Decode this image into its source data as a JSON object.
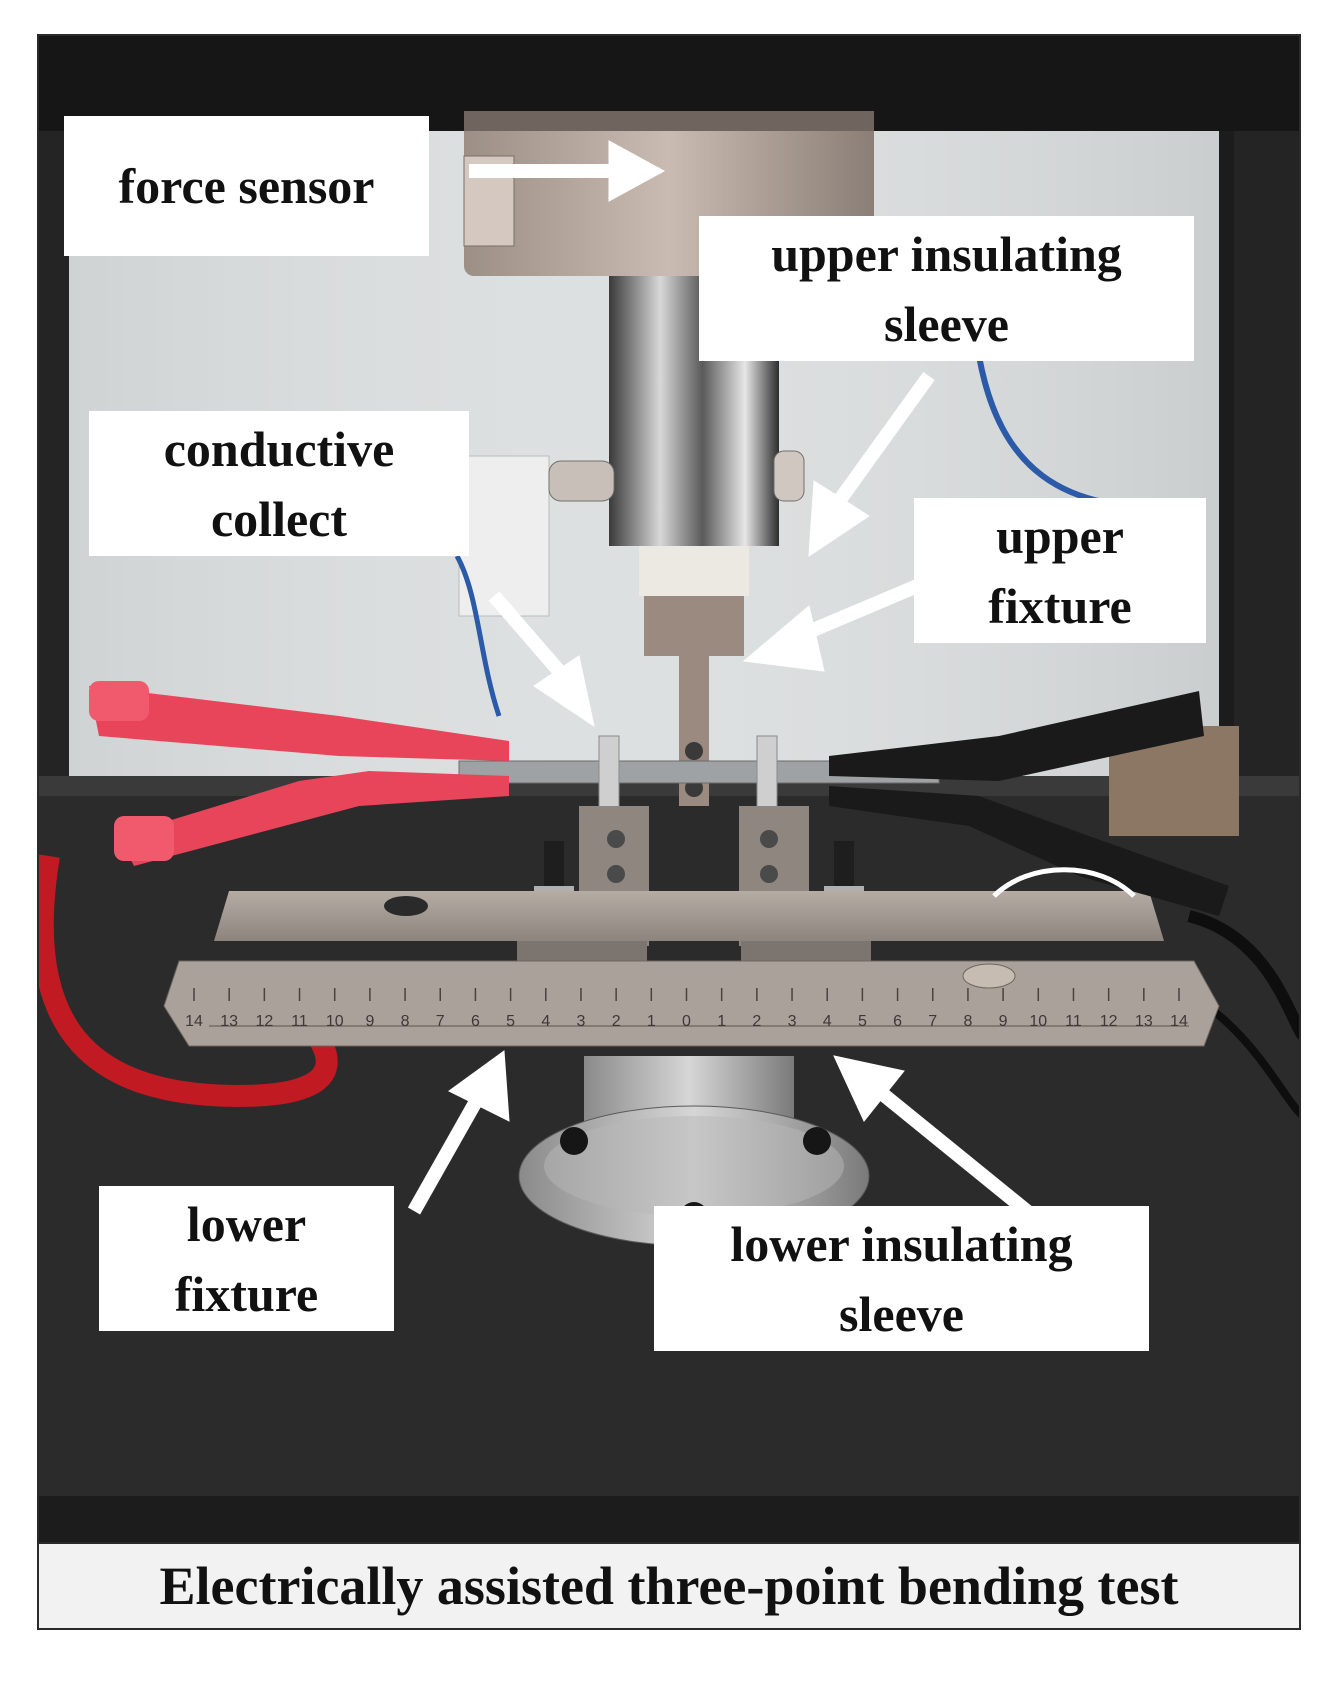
{
  "labels": {
    "force_sensor": "force sensor",
    "upper_insulating_sleeve": [
      "upper insulating",
      "sleeve"
    ],
    "conductive_collect": [
      "conductive",
      "collect"
    ],
    "upper_fixture": [
      "upper",
      "fixture"
    ],
    "lower_fixture": [
      "lower",
      "fixture"
    ],
    "lower_insulating_sleeve": [
      "lower insulating",
      "sleeve"
    ]
  },
  "ruler_ticks": [
    "14",
    "13",
    "12",
    "11",
    "10",
    "9",
    "8",
    "7",
    "6",
    "5",
    "4",
    "3",
    "2",
    "1",
    "0",
    "1",
    "2",
    "3",
    "4",
    "5",
    "6",
    "7",
    "8",
    "9",
    "10",
    "11",
    "12",
    "13",
    "14"
  ],
  "caption": "Electrically assisted three-point bending test",
  "colors": {
    "background_dark": "#1c1c1c",
    "wall": "#d9dcdc",
    "steel": "#a39a93",
    "sensor": "#b9aaa0",
    "red_clip": "#e8455b",
    "black_clip": "#1a1a1a",
    "label_bg": "#ffffff",
    "arrow": "#ffffff"
  }
}
